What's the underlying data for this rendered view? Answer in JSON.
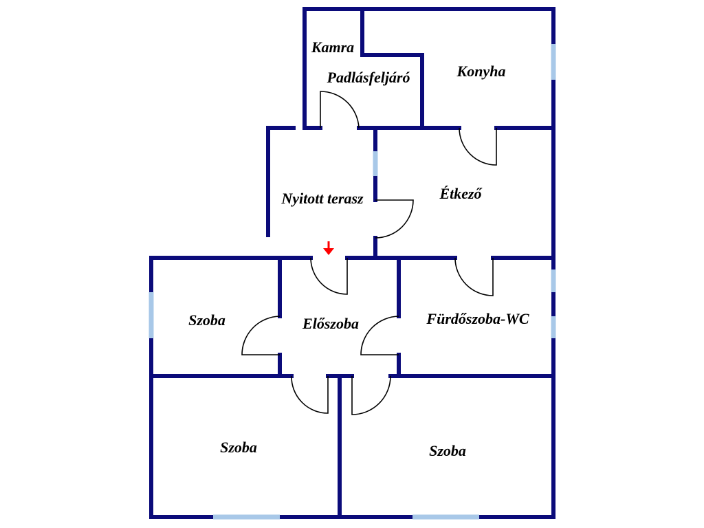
{
  "rooms": {
    "kamra": "Kamra",
    "padlas": "Padlásfeljáró",
    "konyha": "Konyha",
    "terasz": "Nyitott terasz",
    "etkezo": "Étkező",
    "szoba_left": "Szoba",
    "eloszoba": "Előszoba",
    "furdo": "Fürdőszoba-WC",
    "szoba_bottom_left": "Szoba",
    "szoba_bottom_right": "Szoba"
  },
  "colors": {
    "wall": "#0b0b7a",
    "window": "#a8c8e8",
    "door": "#000000",
    "entrance_marker": "#ff0000"
  },
  "icons": {
    "entrance": "down-arrow-icon"
  }
}
